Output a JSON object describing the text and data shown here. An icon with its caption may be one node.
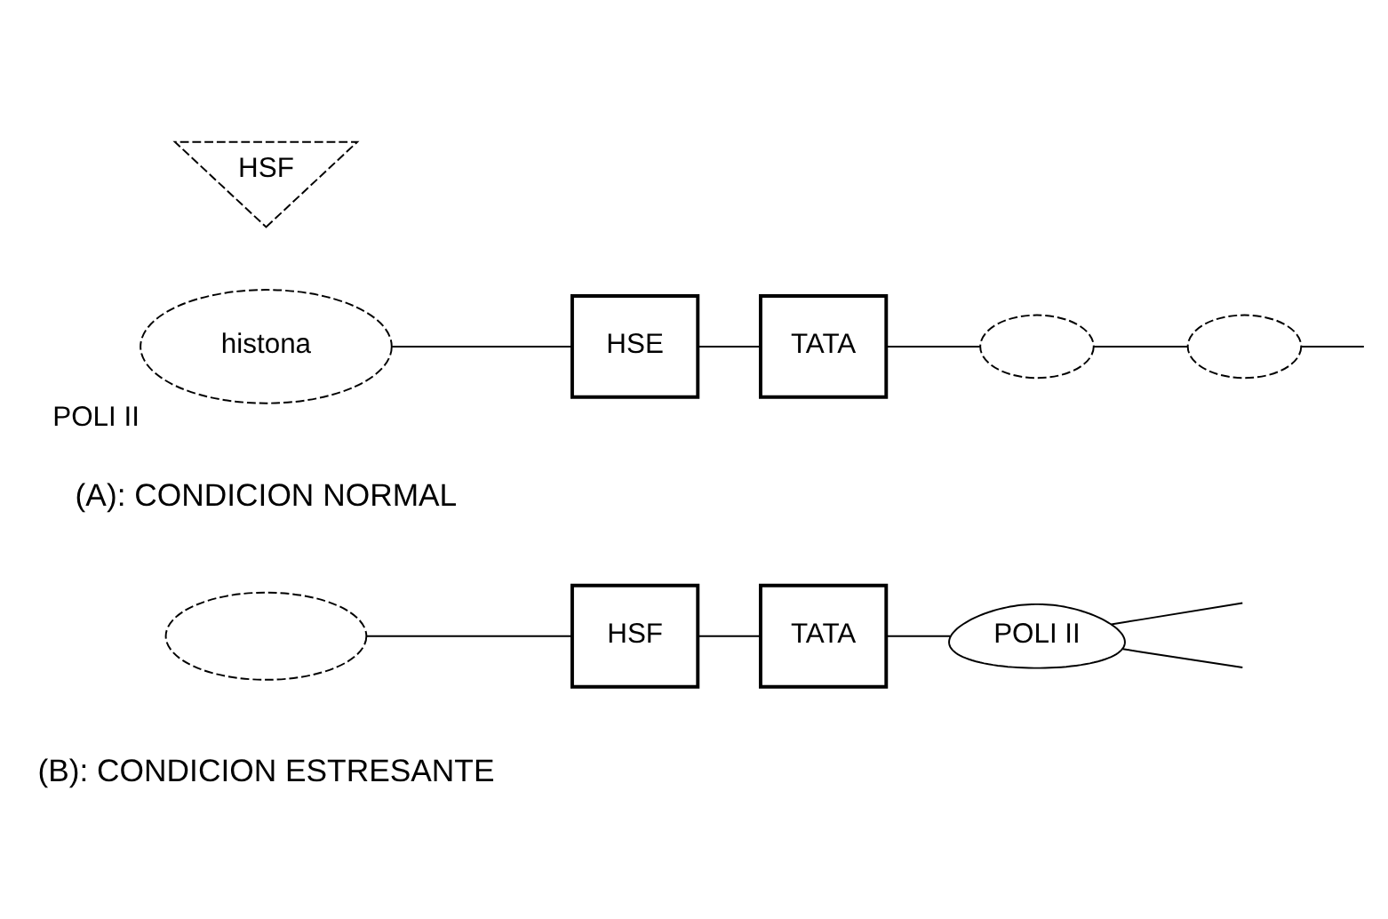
{
  "diagram": {
    "nodes": [
      {
        "text": [
          "histona"
        ],
        "beside": [
          "POLI II"
        ]
      },
      {
        "text": [
          "HSF"
        ]
      },
      {
        "text": [
          "HSE"
        ]
      },
      {
        "text": [
          "TATA"
        ]
      },
      {
        "text": [],
        "shape": "ellipse"
      },
      {
        "text": [],
        "shape": "ellipse"
      },
      {
        "text": [],
        "shape": "ellipse"
      },
      {
        "text": [
          "HSF"
        ]
      },
      {
        "text": [
          "TATA"
        ]
      },
      {
        "text": [
          "POLI II"
        ]
      }
    ],
    "edges": [
      {
        "from": 0,
        "to": 2,
        "arrow": "none"
      },
      {
        "from": 2,
        "to": 3,
        "arrow": "none"
      },
      {
        "from": 3,
        "to": 4,
        "arrow": "none"
      },
      {
        "from": 4,
        "to": 5,
        "arrow": "none"
      },
      {
        "from": 5,
        "to": null,
        "arrow": "none"
      },
      {
        "from": 6,
        "to": 7,
        "arrow": "none"
      },
      {
        "from": 7,
        "to": 8,
        "arrow": "none"
      },
      {
        "from": 8,
        "to": 9,
        "arrow": "none"
      },
      {
        "from": 9,
        "to": null,
        "arrow": "none"
      },
      {
        "from": 9,
        "to": null,
        "arrow": "none"
      }
    ],
    "labels": [
      "(A): CONDICION NORMAL",
      "(B): CONDICION ESTRESANTE"
    ]
  }
}
